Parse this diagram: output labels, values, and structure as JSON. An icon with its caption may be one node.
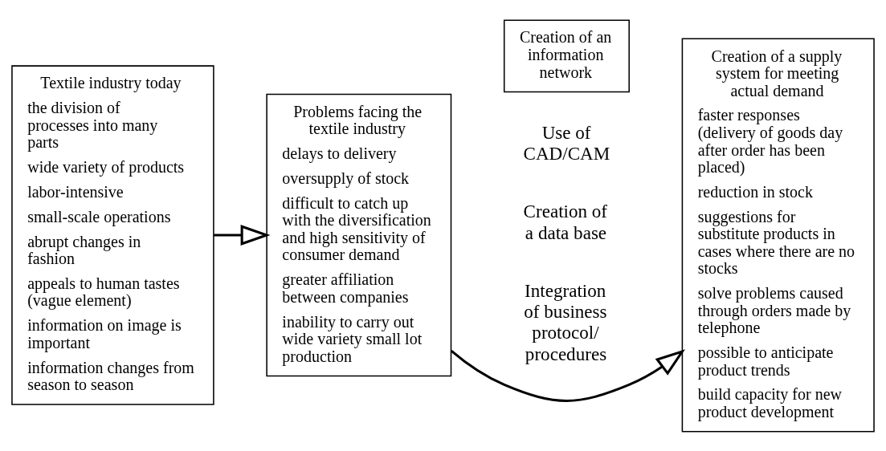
{
  "diagram": {
    "nodes": [
      {
        "text": [
          "Textile industry today",
          "the division of processes into many parts",
          "wide variety of products",
          "labor-intensive",
          "small-scale operations",
          "abrupt changes in fashion",
          "appeals to human tastes (vague element)",
          "information on image is important",
          "information changes from season to season"
        ]
      },
      {
        "text": [
          "Problems facing the textile industry",
          "delays to delivery",
          "oversupply of stock",
          "difficult to catch up with the diversification and high sensitivity of consumer demand",
          "greater affiliation between companies",
          "inability to carry out wide variety small lot production"
        ]
      },
      {
        "text": [
          "Creation of an information network"
        ]
      },
      {
        "text": [
          "Creation of a supply system for meeting actual demand",
          "faster responses (delivery of goods day after order has been placed)",
          "reduction in stock",
          "suggestions for substitute products in cases where there are no stocks",
          "solve problems caused through orders made by telephone",
          "possible to anticipate product trends",
          "build capacity for new product development"
        ]
      }
    ],
    "edges": [
      {
        "from": 0,
        "to": 1,
        "arrow": "to"
      },
      {
        "from": 1,
        "to": 3,
        "arrow": "to"
      }
    ],
    "labels": [
      "Use of CAD/CAM",
      "Creation of a data base",
      "Integration of business protocol/ procedures"
    ]
  }
}
